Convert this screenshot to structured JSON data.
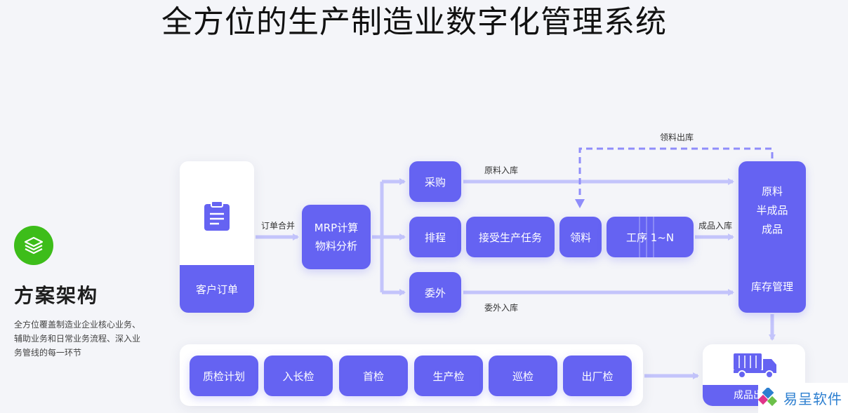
{
  "title": "全方位的生产制造业数字化管理系统",
  "intro": {
    "icon": "layers-icon",
    "heading": "方案架构",
    "description": "全方位覆盖制造业企业核心业务、辅助业务和日常业务流程、深入业务管线的每一环节"
  },
  "nodes": {
    "order": "客户订单",
    "mrp_line1": "MRP计算",
    "mrp_line2": "物料分析",
    "purchase": "采购",
    "schedule": "排程",
    "outsource": "委外",
    "accept_task": "接受生产任务",
    "pick": "领料",
    "process": "工序 1~N",
    "inventory_raw": "原料",
    "inventory_semi": "半成品",
    "inventory_finished": "成品",
    "inventory_manage": "库存管理",
    "finished_goods": "成品出库"
  },
  "flow_labels": {
    "order_merge": "订单合并",
    "raw_in": "原料入库",
    "material_out": "领料出库",
    "product_in": "成品入库",
    "outsource_in": "委外入库"
  },
  "quality_steps": [
    "质检计划",
    "入长检",
    "首检",
    "生产检",
    "巡检",
    "出厂检"
  ],
  "watermark": {
    "icon": "yichen-logo-icon",
    "text": "易呈软件"
  },
  "colors": {
    "primary": "#6563f2",
    "arrow": "#c3c4fb",
    "logo_green": "#3dbd1a",
    "background": "#f4f5f9"
  }
}
